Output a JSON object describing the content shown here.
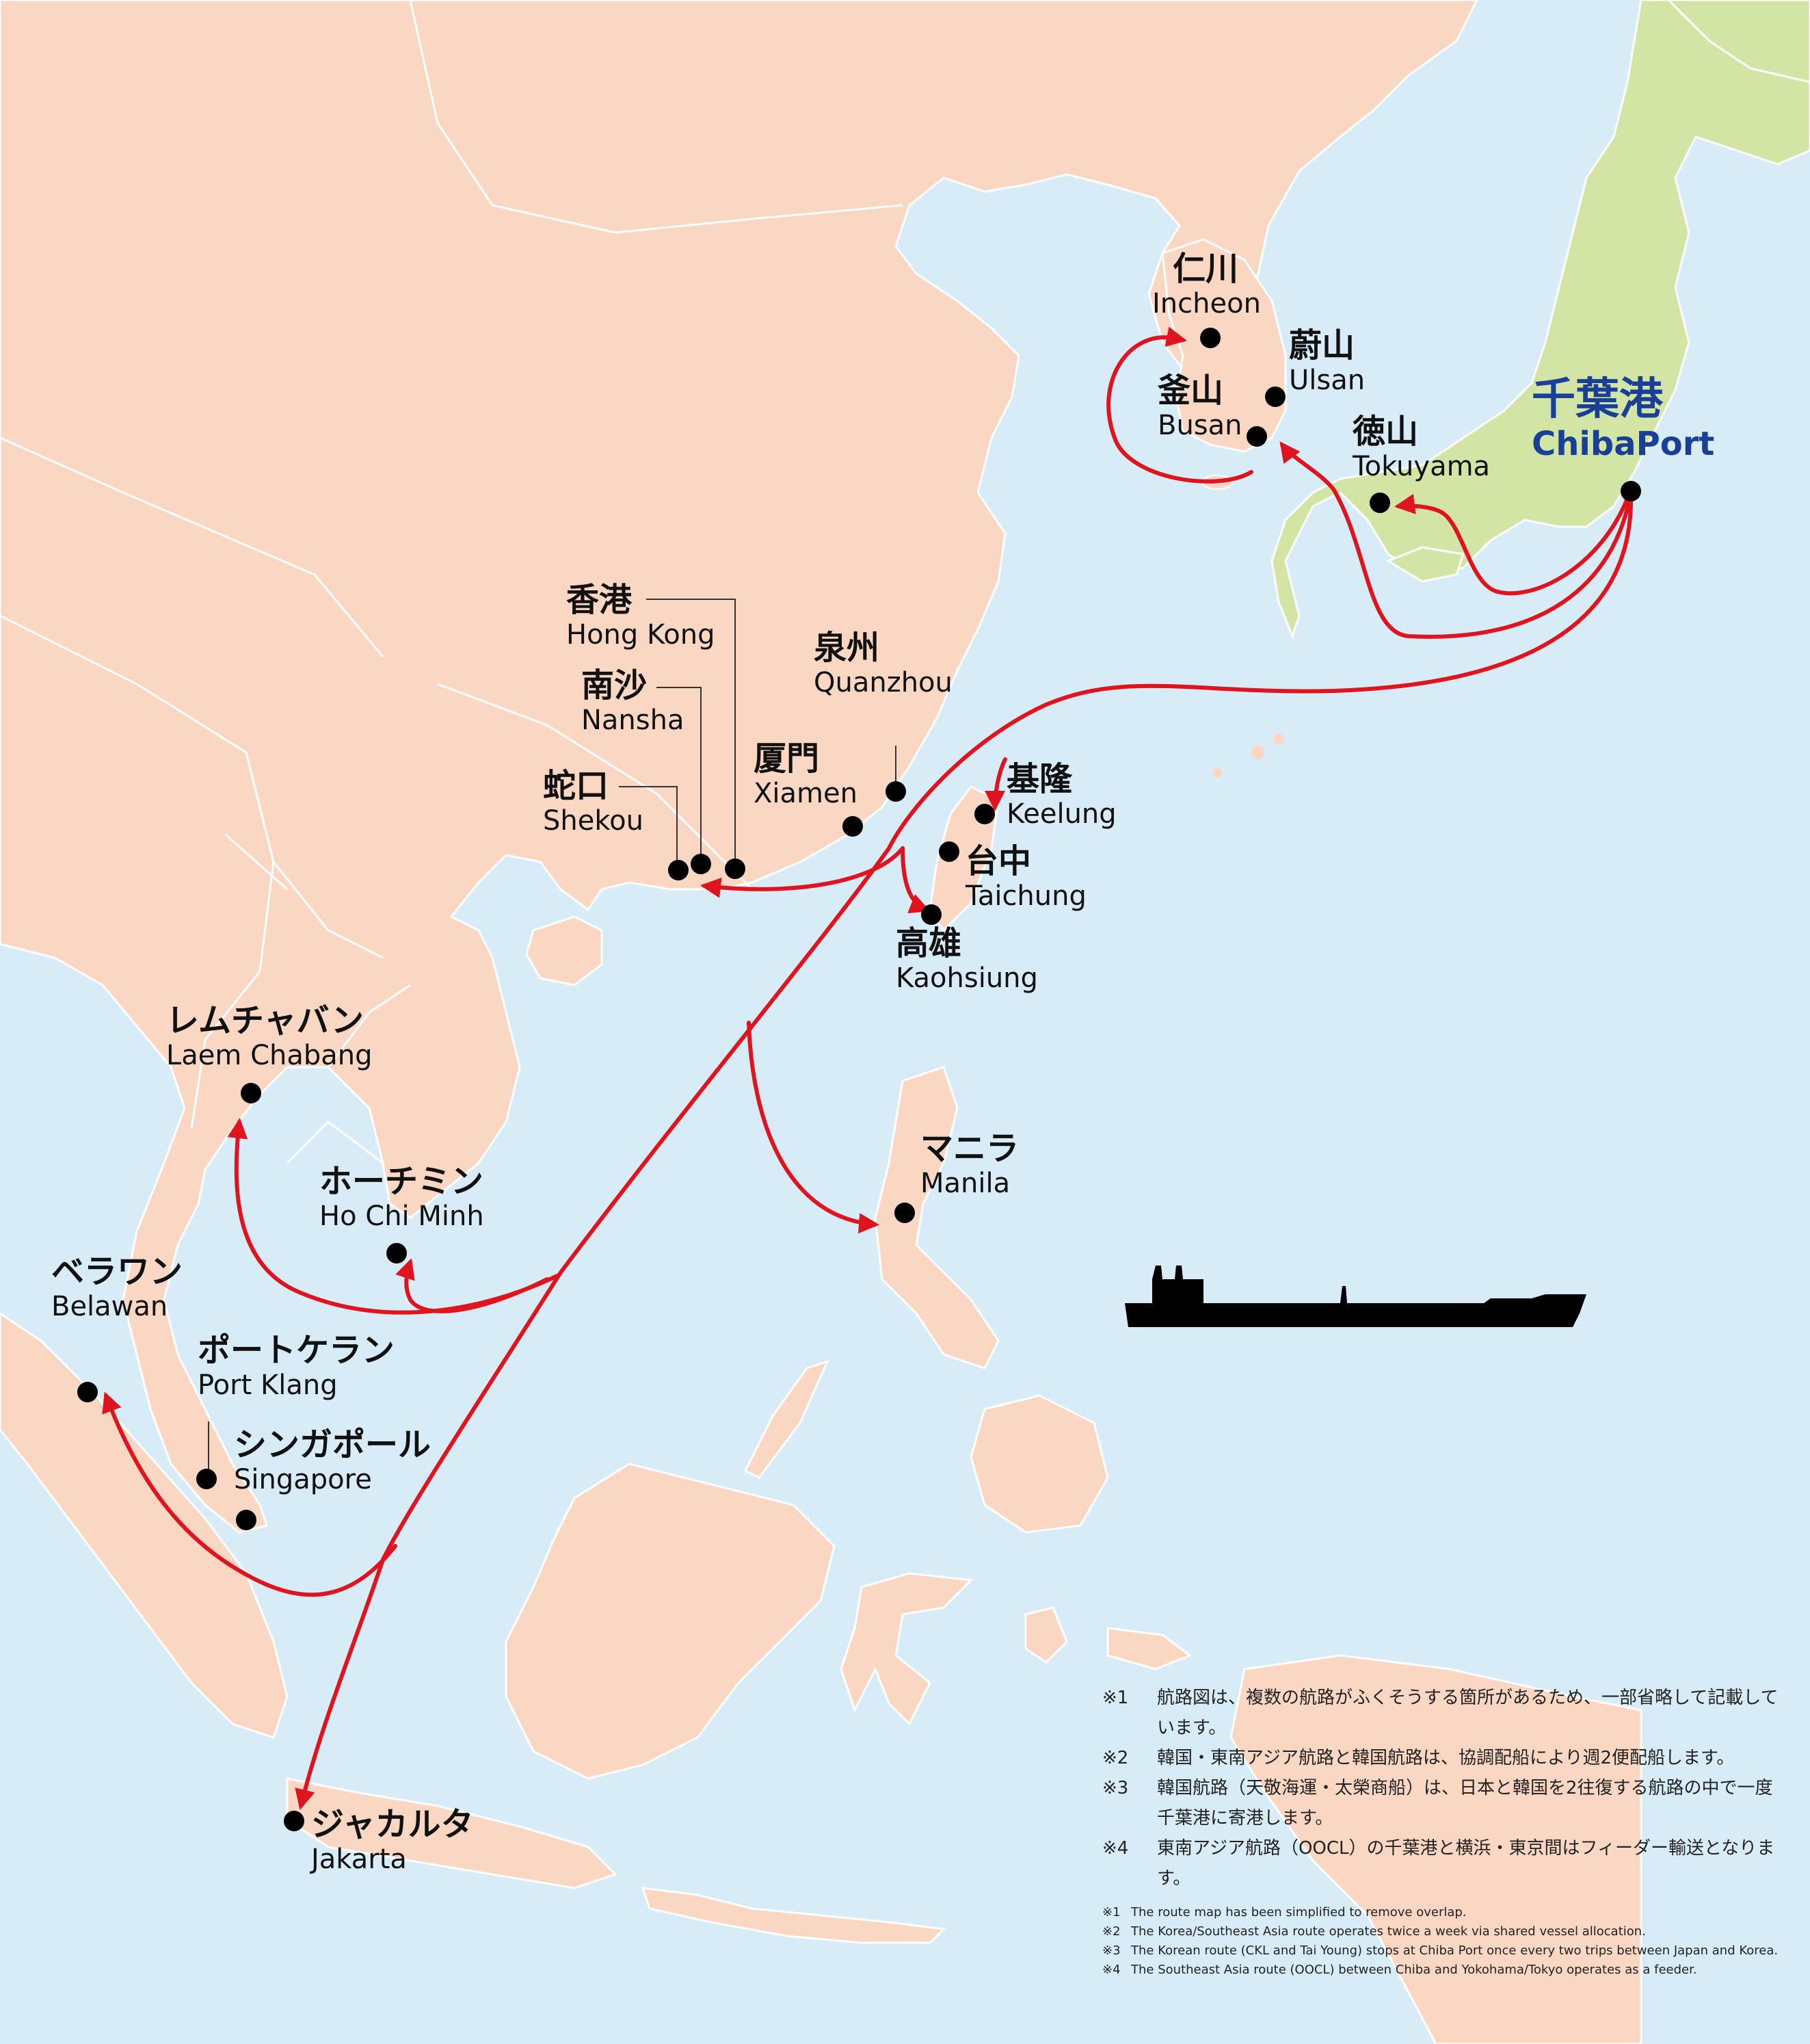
{
  "colors": {
    "sea": "#d8ecf7",
    "mainland": "#fad7c3",
    "japan": "#d3e5a5",
    "route": "#e0141e",
    "port": "#000000",
    "chiba_text": "#1a3f96",
    "border": "#ffffff"
  },
  "ports": [
    {
      "id": "chiba",
      "jp": "千葉港",
      "en": "ChibaPort"
    },
    {
      "id": "incheon",
      "jp": "仁川",
      "en": "Incheon"
    },
    {
      "id": "ulsan",
      "jp": "蔚山",
      "en": "Ulsan"
    },
    {
      "id": "busan",
      "jp": "釜山",
      "en": "Busan"
    },
    {
      "id": "tokuyama",
      "jp": "徳山",
      "en": "Tokuyama"
    },
    {
      "id": "hongkong",
      "jp": "香港",
      "en": "Hong Kong"
    },
    {
      "id": "nansha",
      "jp": "南沙",
      "en": "Nansha"
    },
    {
      "id": "quanzhou",
      "jp": "泉州",
      "en": "Quanzhou"
    },
    {
      "id": "xiamen",
      "jp": "厦門",
      "en": "Xiamen"
    },
    {
      "id": "shekou",
      "jp": "蛇口",
      "en": "Shekou"
    },
    {
      "id": "keelung",
      "jp": "基隆",
      "en": "Keelung"
    },
    {
      "id": "taichung",
      "jp": "台中",
      "en": "Taichung"
    },
    {
      "id": "kaohsiung",
      "jp": "高雄",
      "en": "Kaohsiung"
    },
    {
      "id": "laemchabang",
      "jp": "レムチャバン",
      "en": "Laem Chabang"
    },
    {
      "id": "manila",
      "jp": "マニラ",
      "en": "Manila"
    },
    {
      "id": "hochiminh",
      "jp": "ホーチミン",
      "en": "Ho Chi Minh"
    },
    {
      "id": "belawan",
      "jp": "ベラワン",
      "en": "Belawan"
    },
    {
      "id": "portklang",
      "jp": "ポートケラン",
      "en": "Port Klang"
    },
    {
      "id": "singapore",
      "jp": "シンガポール",
      "en": "Singapore"
    },
    {
      "id": "jakarta",
      "jp": "ジャカルタ",
      "en": "Jakarta"
    }
  ],
  "notes_jp": [
    {
      "mark": "※1",
      "text": "航路図は、複数の航路がふくそうする箇所があるため、一部省略して記載しています。"
    },
    {
      "mark": "※2",
      "text": "韓国・東南アジア航路と韓国航路は、協調配船により週2便配船します。"
    },
    {
      "mark": "※3",
      "text": "韓国航路（天敬海運・太榮商船）は、日本と韓国を2往復する航路の中で一度千葉港に寄港します。"
    },
    {
      "mark": "※4",
      "text": "東南アジア航路（OOCL）の千葉港と横浜・東京間はフィーダー輸送となります。"
    }
  ],
  "notes_en": [
    {
      "mark": "※1",
      "text": "The route map has been simplified to remove overlap."
    },
    {
      "mark": "※2",
      "text": "The Korea/Southeast Asia route operates twice a week via shared vessel allocation."
    },
    {
      "mark": "※3",
      "text": "The Korean route (CKL and Tai Young) stops at Chiba Port once every two trips between Japan and Korea."
    },
    {
      "mark": "※4",
      "text": "The Southeast Asia route (OOCL) between Chiba and Yokohama/Tokyo operates as a feeder."
    }
  ]
}
